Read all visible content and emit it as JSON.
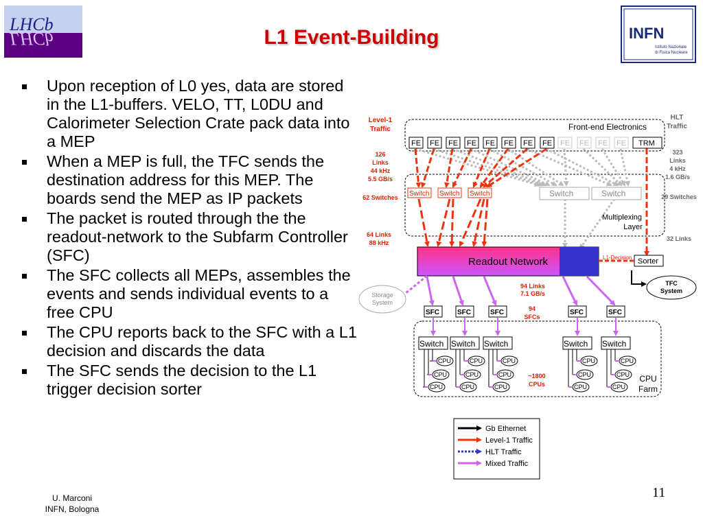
{
  "title": "L1 Event-Building",
  "logos": {
    "left_text": "LHCb",
    "right_text": "INFN",
    "right_subtext_1": "Istituto Nazionale",
    "right_subtext_2": "di Fisica Nucleare"
  },
  "bullets": [
    "Upon reception of L0 yes, data are stored in the L1-buffers. VELO, TT, L0DU and Calorimeter Selection Crate pack data into a MEP",
    "When a MEP is full, the TFC sends the destination address for this MEP. The boards send the MEP as IP packets",
    "The packet is routed through the the readout-network to the Subfarm Controller (SFC)",
    "The SFC collects all MEPs, assembles the events and sends individual events to a free CPU",
    "The CPU reports back to the SFC with a L1 decision and discards the data",
    "The SFC sends the decision to the L1 trigger decision sorter"
  ],
  "footer": {
    "author_line1": "U. Marconi",
    "author_line2": "INFN, Bologna",
    "page_number": "11"
  },
  "diagram": {
    "level1_traffic": [
      "Level-1",
      "Traffic"
    ],
    "hlt_traffic": [
      "HLT",
      "Traffic"
    ],
    "front_end_label": "Front-end Electronics",
    "fe_label": "FE",
    "trm_label": "TRM",
    "links_126": [
      "126",
      "Links",
      "44 kHz",
      "5.5 GB/s"
    ],
    "links_323": [
      "323",
      "Links",
      "4 kHz",
      "1.6 GB/s"
    ],
    "switches_62": "62 Switches",
    "switches_29": "29 Switches",
    "switch_label": "Switch",
    "multiplexing": [
      "Multiplexing",
      "Layer"
    ],
    "links_64": [
      "64 Links",
      "88 kHz"
    ],
    "links_32": "32 Links",
    "readout_network": "Readout Network",
    "l1_decision": "L1-Decision",
    "sorter": "Sorter",
    "tfc_system": [
      "TFC",
      "System"
    ],
    "storage_system": [
      "Storage",
      "System"
    ],
    "links_94": [
      "94 Links",
      "7.1 GB/s"
    ],
    "sfcs_94": [
      "94",
      "SFCs"
    ],
    "sfc_label": "SFC",
    "cpu_label": "CPU",
    "cpus_1800": [
      "~1800",
      "CPUs"
    ],
    "cpu_farm": [
      "CPU",
      "Farm"
    ],
    "legend": [
      "Gb Ethernet",
      "Level-1 Traffic",
      "HLT Traffic",
      "Mixed Traffic"
    ],
    "colors": {
      "level1": "#ee3311",
      "hlt": "#3333cc",
      "mixed": "#cc66ee",
      "gray_dotted": "#bbbbbb",
      "orange_text": "#dd2200"
    }
  }
}
